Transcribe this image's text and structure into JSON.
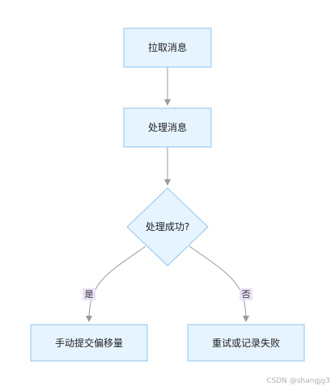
{
  "nodes": {
    "fetch": "拉取消息",
    "process": "处理消息",
    "decision": "处理成功?",
    "commit": "手动提交偏移量",
    "retry": "重试或记录失败"
  },
  "edges": {
    "yes": "是",
    "no": "否"
  },
  "watermark": "CSDN @shangjg3",
  "colors": {
    "node_fill": "#e6f4ff",
    "node_stroke": "#8fc4f0",
    "edge": "#9a9a9a",
    "edge_label_bg": "#e9e2f6"
  }
}
